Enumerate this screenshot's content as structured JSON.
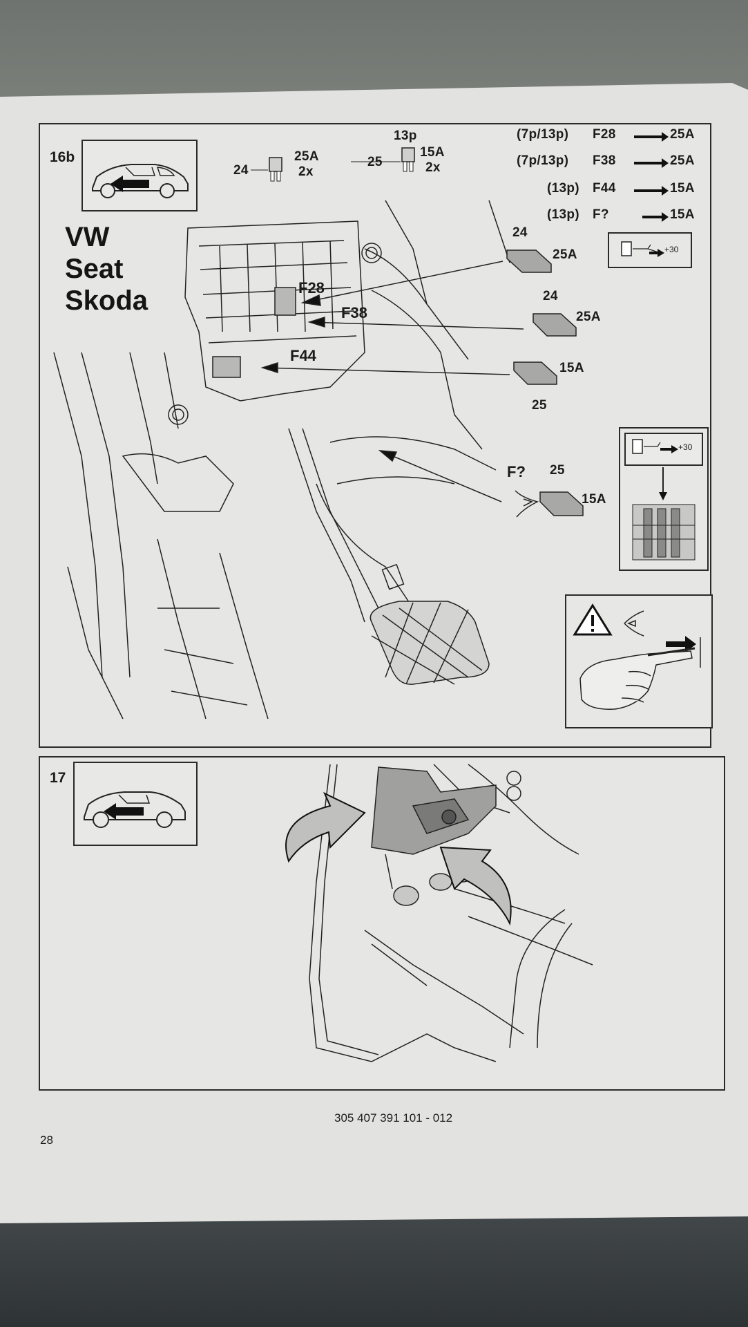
{
  "page": {
    "number": "28",
    "doc_code": "305 407 391 101 - 012"
  },
  "step16b": {
    "step_label": "16b",
    "brands": [
      "VW",
      "Seat",
      "Skoda"
    ],
    "fuse_types": [
      {
        "num": "24",
        "rating": "25A",
        "qty": "2x"
      },
      {
        "num": "25",
        "rating": "15A",
        "qty": "2x",
        "note": "13p"
      }
    ],
    "fuse_table": [
      {
        "prefix": "(7p/13p)",
        "fuse": "F28",
        "rating": "25A"
      },
      {
        "prefix": "(7p/13p)",
        "fuse": "F38",
        "rating": "25A"
      },
      {
        "prefix": "(13p)",
        "fuse": "F44",
        "rating": "15A"
      },
      {
        "prefix": "(13p)",
        "fuse": "F?",
        "rating": "15A"
      }
    ],
    "diagram_labels": {
      "f28": "F28",
      "f38": "F38",
      "f44": "F44",
      "fq": "F?"
    },
    "callouts": [
      {
        "num": "24",
        "rating": "25A"
      },
      {
        "num": "24",
        "rating": "25A"
      },
      {
        "num": "25",
        "rating": "15A"
      },
      {
        "num": "25",
        "rating": "15A"
      }
    ],
    "plus30": "+30"
  },
  "step17": {
    "step_label": "17"
  },
  "icons": [
    "car-arrow-icon",
    "fuse-icon",
    "warning-triangle-icon",
    "eye-icon",
    "hand-pull-icon"
  ],
  "colors": {
    "paper": "#e2e2e0",
    "ink": "#1c1c1c",
    "background": "#5c605d"
  }
}
